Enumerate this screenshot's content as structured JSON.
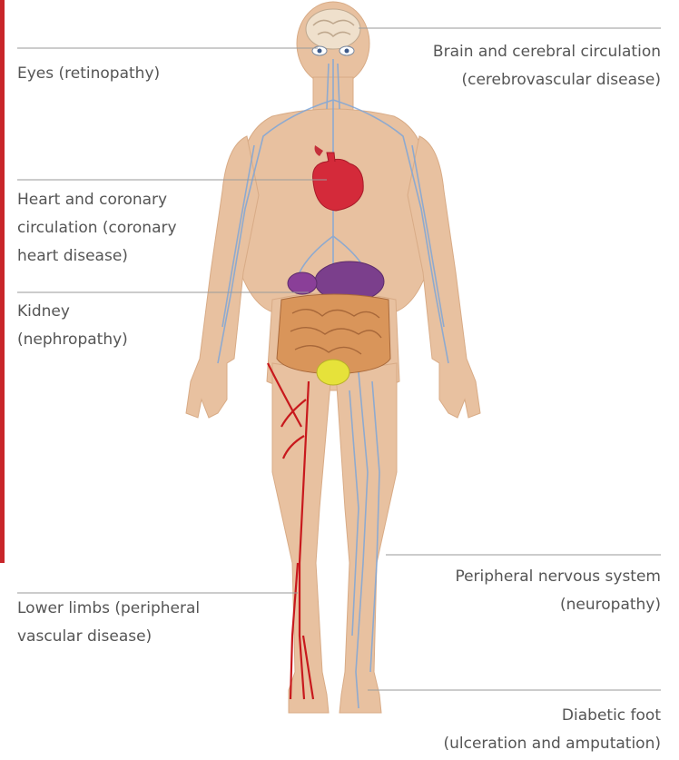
{
  "labels": {
    "eyes": [
      "Eyes (retinopathy)"
    ],
    "brain": [
      "Brain and cerebral circulation",
      "(cerebrovascular disease)"
    ],
    "heart": [
      "Heart and coronary",
      "circulation (coronary",
      "heart disease)"
    ],
    "kidney": [
      "Kidney",
      "(nephropathy)"
    ],
    "nerves": [
      "Peripheral nervous system",
      "(neuropathy)"
    ],
    "limbs": [
      "Lower limbs (peripheral",
      "vascular disease)"
    ],
    "foot": [
      "Diabetic foot",
      "(ulceration and amputation)"
    ]
  },
  "colors": {
    "skin": "#e8c1a0",
    "vein": "#7fa6d8",
    "artery": "#c8191d",
    "heart": "#d42a3a",
    "liver": "#7b3f8c",
    "intestine": "#d9955a",
    "bladder": "#e6e23a",
    "leader": "#9a9a9a",
    "accent_border": "#c8262a"
  }
}
